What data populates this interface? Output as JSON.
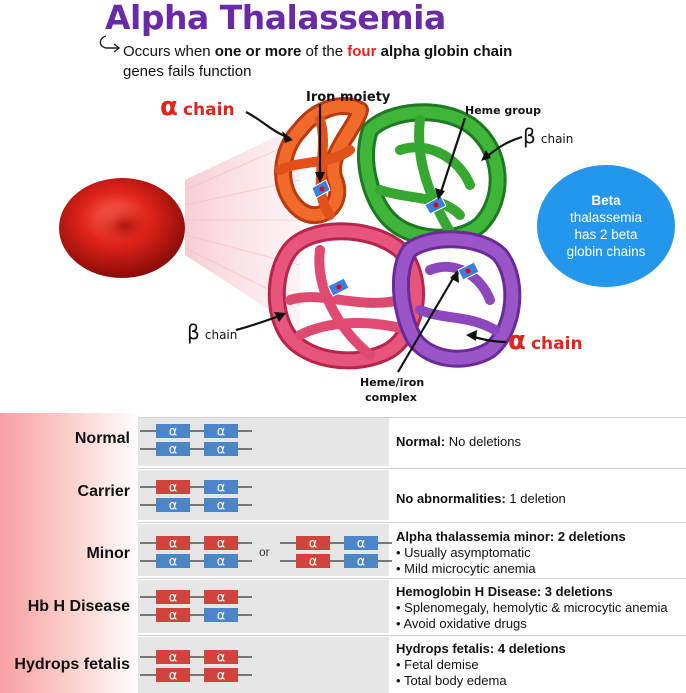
{
  "title": "Alpha Thalassemia",
  "subtitle": {
    "p1": "Occurs when ",
    "b1": "one or more",
    "p2": " of the ",
    "red": "four",
    "p3": " ",
    "b2": "alpha globin chain",
    "p4": "genes fails function"
  },
  "labels": {
    "alpha_symbol": "α",
    "beta_symbol": "β",
    "alpha_top": "chain",
    "alpha_right": "chain",
    "beta_top": "chain",
    "beta_left": "chain",
    "iron_moiety": "Iron moiety",
    "heme_group": "Heme group",
    "heme_iron_1": "Heme/iron",
    "heme_iron_2": "complex"
  },
  "beta_circle": {
    "l1": "Beta",
    "l2": "thalassemia",
    "l3": "has 2 beta",
    "l4": "globin chains"
  },
  "gene_letter": "α",
  "or_label": "or",
  "colors": {
    "title": "#6a2aa8",
    "alpha_red": "#e0261c",
    "beta_blue": "#2496ec",
    "gene_normal": "#4a86c8",
    "gene_deleted": "#d0443c"
  },
  "rows": [
    {
      "label": "Normal",
      "head": "Normal:",
      "tail": " No deletions",
      "bullets": []
    },
    {
      "label": "Carrier",
      "head": "No abnormalities:",
      "tail": " 1 deletion",
      "bullets": []
    },
    {
      "label": "Minor",
      "head": "Alpha thalassemia minor: 2 deletions",
      "tail": "",
      "bullets": [
        "Usually asymptomatic",
        "Mild microcytic anemia"
      ]
    },
    {
      "label": "Hb H Disease",
      "head": "Hemoglobin H Disease: 3 deletions",
      "tail": "",
      "bullets": [
        "Splenomegaly, hemolytic & microcytic anemia",
        "Avoid oxidative drugs"
      ]
    },
    {
      "label": "Hydrops fetalis",
      "head": "Hydrops fetalis: 4 deletions",
      "tail": "",
      "bullets": [
        "Fetal demise",
        "Total body edema"
      ]
    }
  ]
}
